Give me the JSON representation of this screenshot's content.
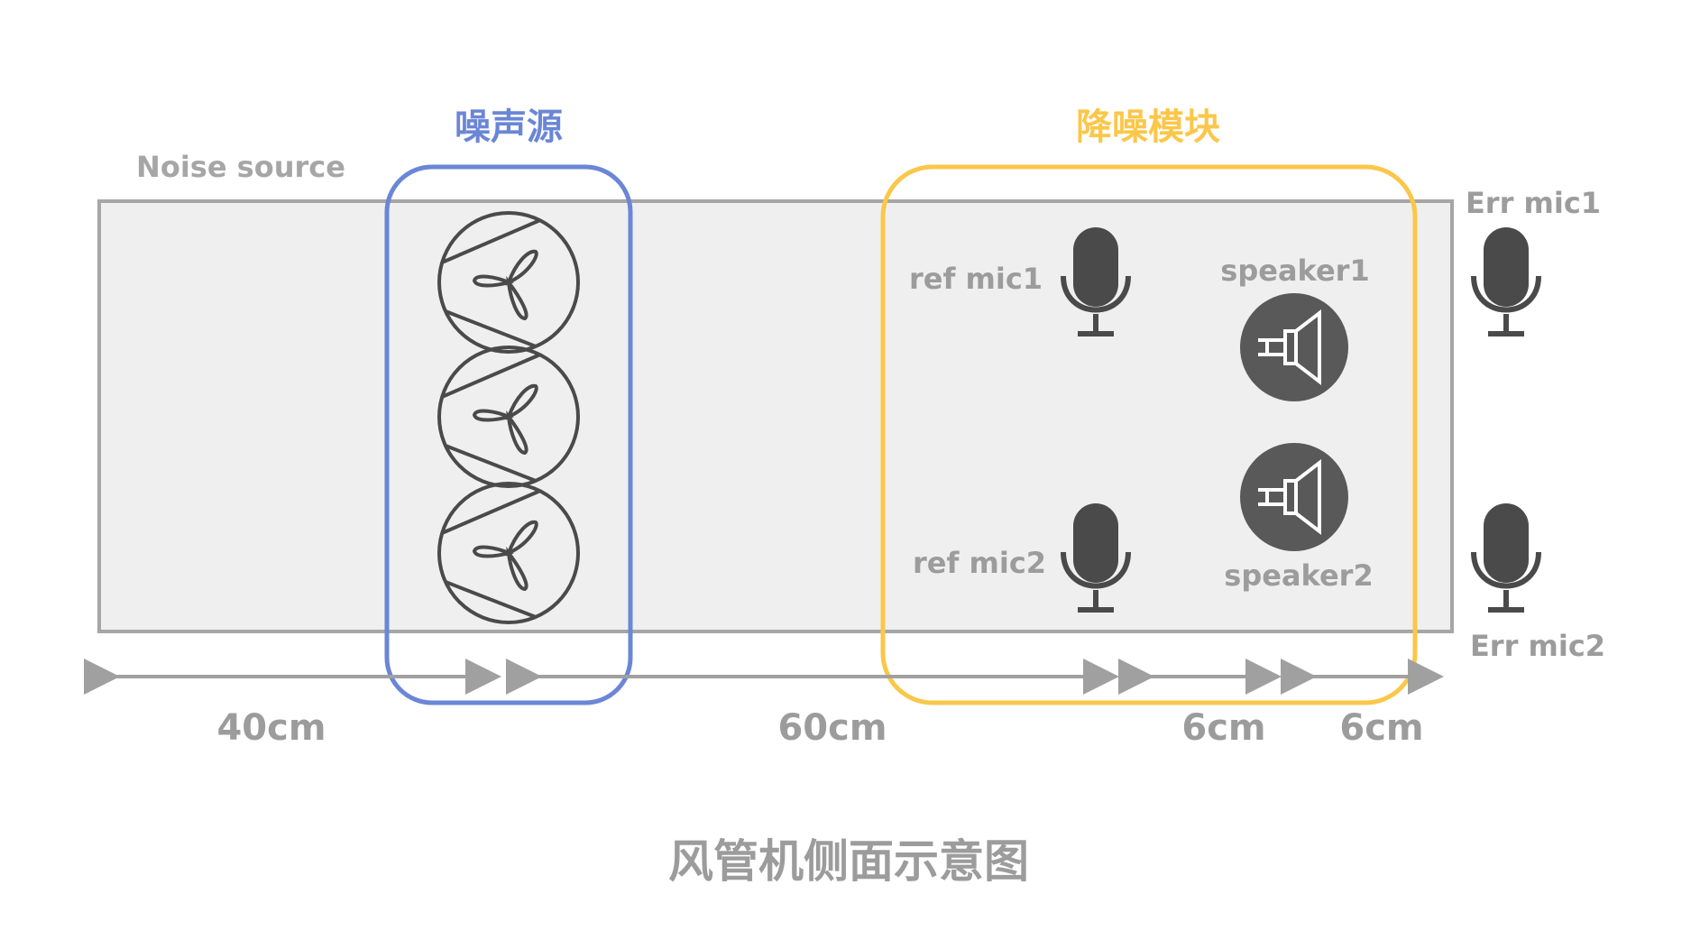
{
  "labels": {
    "noise_source_cn": "噪声源",
    "noise_source_en": "Noise source",
    "module_cn": "降噪模块",
    "ref_mic1": "ref mic1",
    "ref_mic2": "ref mic2",
    "speaker1": "speaker1",
    "speaker2": "speaker2",
    "err_mic1": "Err mic1",
    "err_mic2": "Err mic2",
    "caption": "风管机侧面示意图"
  },
  "dimensions": {
    "d1": "40cm",
    "d2": "60cm",
    "d3": "6cm",
    "d4": "6cm"
  },
  "colors": {
    "duct_fill": "#efefef",
    "duct_stroke": "#a6a6a6",
    "noise_group": "#6b86d6",
    "module_group": "#fbc74a",
    "icon_dark": "#4a4a4a",
    "arrow": "#a0a0a0",
    "label_gray": "#9c9c9c"
  }
}
